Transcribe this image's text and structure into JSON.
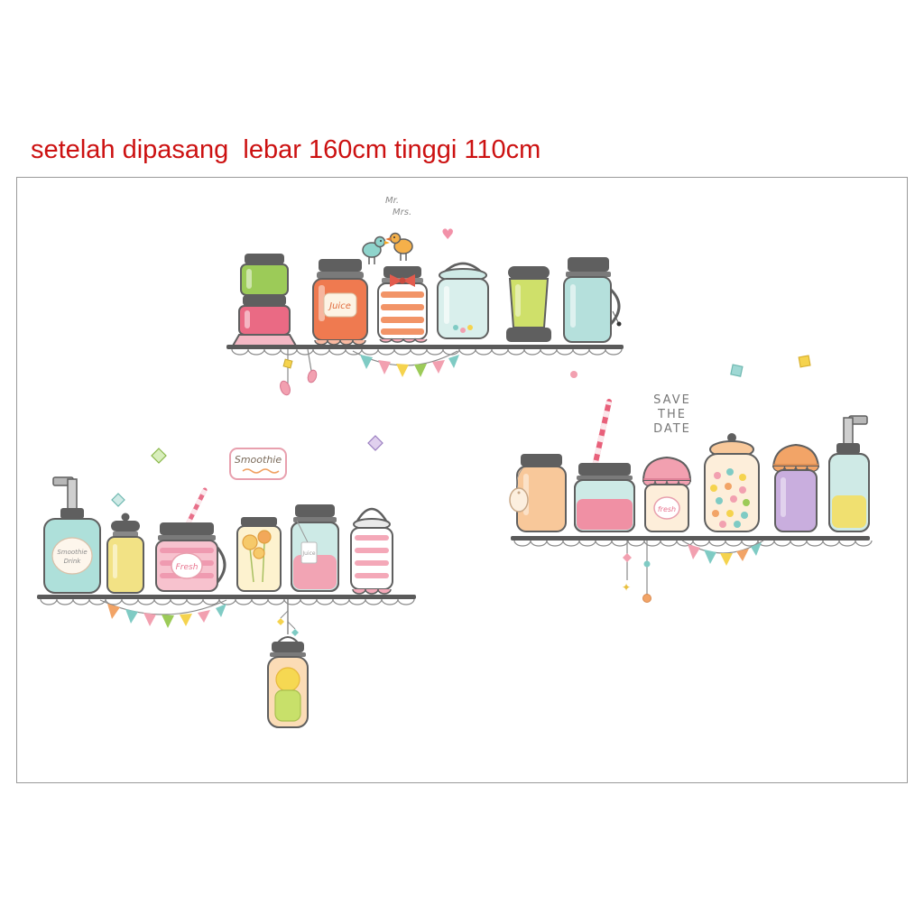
{
  "page": {
    "title": "setelah dipasang  lebar 160cm tinggi 110cm",
    "title_color": "#cc1111",
    "frame_border_color": "#9a9a9a"
  },
  "illustration": {
    "texts": {
      "mr": "Mr.",
      "mrs": "Mrs.",
      "smoothie_sign": "Smoothie",
      "save": "SAVE",
      "the": "THE",
      "date": "DATE"
    },
    "jar_labels": {
      "juice_jar": "Juice",
      "fresh_jar": "Fresh",
      "dispenser_line1": "Smoothie",
      "dispenser_line2": "Drink",
      "juice_tag": "Juice",
      "fresh_small": "fresh"
    },
    "palette": {
      "outline": "#5f5f5f",
      "teal": "#aee0da",
      "pink": "#f2a0b0",
      "orange": "#ef7a50",
      "green": "#9ccb58",
      "yellow": "#f5d34e",
      "purple": "#c9aede",
      "peach": "#f8c89a"
    }
  }
}
